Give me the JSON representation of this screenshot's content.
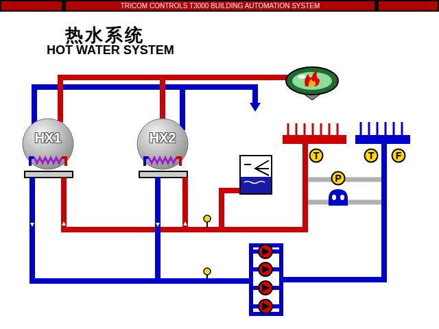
{
  "diagram": {
    "title": "热水系统",
    "nodes": [
      {
        "text": [
          "HX1"
        ]
      },
      {
        "text": [
          "HX2"
        ]
      },
      {
        "text": [
          "T"
        ]
      },
      {
        "text": [
          "T"
        ]
      },
      {
        "text": [
          "F"
        ]
      },
      {
        "text": [
          "P"
        ]
      }
    ],
    "edges": [
      {
        "from": 0,
        "to": 1,
        "arrow": "none"
      }
    ],
    "labels": [
      "TRICOM CONTROLS T3000 BUILDING AUTOMATION SYSTEM",
      "HOT WATER SYSTEM"
    ]
  }
}
